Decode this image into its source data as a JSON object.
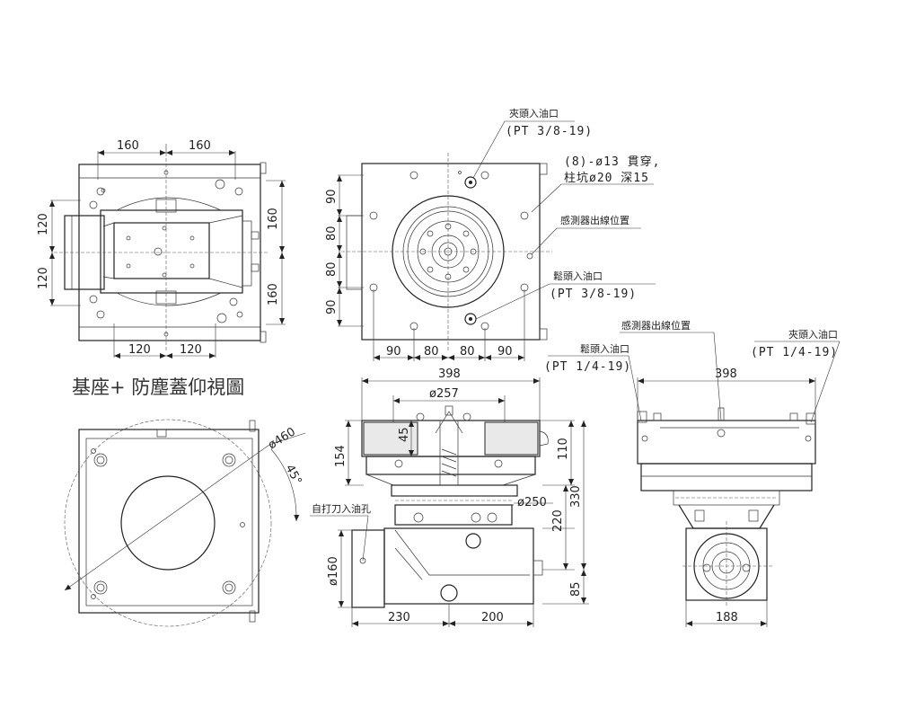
{
  "top_view": {
    "dims_top": [
      "160",
      "160"
    ],
    "dims_left": [
      "120",
      "120"
    ],
    "dims_bottom": [
      "120",
      "120"
    ],
    "dims_right": [
      "160",
      "160"
    ]
  },
  "caption": "基座+ 防塵蓋仰視圖",
  "front_top_view": {
    "callouts": {
      "clamp_oil": "夾頭入油口",
      "clamp_oil_thread": "(PT 3/8-19)",
      "holes_line1": "(8)-ø13 貫穿,",
      "holes_line2": "柱坑ø20 深15",
      "sensor": "感測器出線位置",
      "release_oil": "鬆頭入油口",
      "release_oil_thread": "(PT 3/8-19)"
    },
    "dims_left": [
      "90",
      "80",
      "80",
      "90"
    ],
    "dims_bottom": [
      "90",
      "80",
      "80",
      "90"
    ]
  },
  "side_view": {
    "dim_width": "398",
    "dim_dia257": "ø257",
    "dim_45": "45",
    "dim_154": "154",
    "dim_110": "110",
    "dim_dia250": "ø250",
    "dim_220": "220",
    "dim_330": "330",
    "dim_dia160": "ø160",
    "dim_85": "85",
    "dims_bottom": [
      "230",
      "200"
    ],
    "callout_auto_oil": "自打刀入油孔"
  },
  "right_view": {
    "callout_sensor": "感測器出線位置",
    "callout_release": "鬆頭入油口",
    "callout_release_thread": "(PT 1/4-19)",
    "callout_clamp": "夾頭入油口",
    "callout_clamp_thread": "(PT 1/4-19)",
    "dim_width": "398",
    "dim_bottom": "188"
  },
  "bottom_view": {
    "dim_dia460": "ø460",
    "dim_angle": "45°"
  }
}
